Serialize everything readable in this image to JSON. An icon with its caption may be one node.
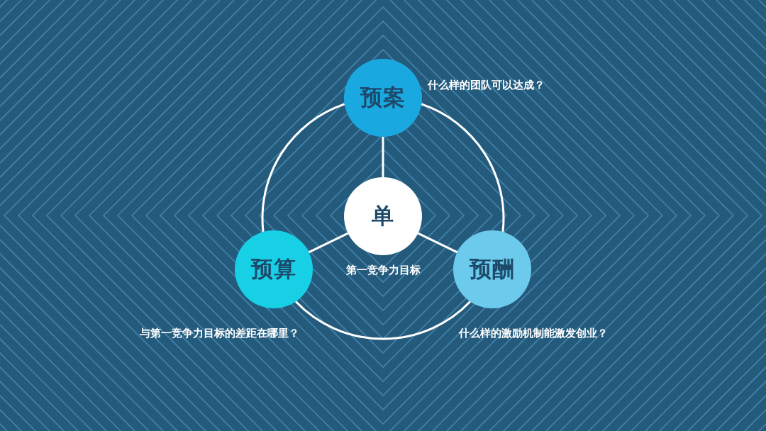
{
  "diagram": {
    "nodes": [
      {
        "text": [
          "预案"
        ],
        "beside": [
          "什么样的团队可以达成？"
        ]
      },
      {
        "text": [
          "单"
        ],
        "beside": [
          "第一竞争力目标"
        ]
      },
      {
        "text": [
          "预算"
        ],
        "beside": [
          "与第一竞争力目标的差距在哪里？"
        ]
      },
      {
        "text": [
          "预酬"
        ],
        "beside": [
          "什么样的激励机制能激发创业？"
        ]
      }
    ],
    "edges": [
      {
        "from": 1,
        "to": 0,
        "arrow": "none"
      },
      {
        "from": 1,
        "to": 2,
        "arrow": "none"
      },
      {
        "from": 1,
        "to": 3,
        "arrow": "none"
      },
      {
        "from": 0,
        "to": 3,
        "arrow": "none"
      },
      {
        "from": 3,
        "to": 2,
        "arrow": "none"
      },
      {
        "from": 2,
        "to": 0,
        "arrow": "none"
      }
    ]
  }
}
